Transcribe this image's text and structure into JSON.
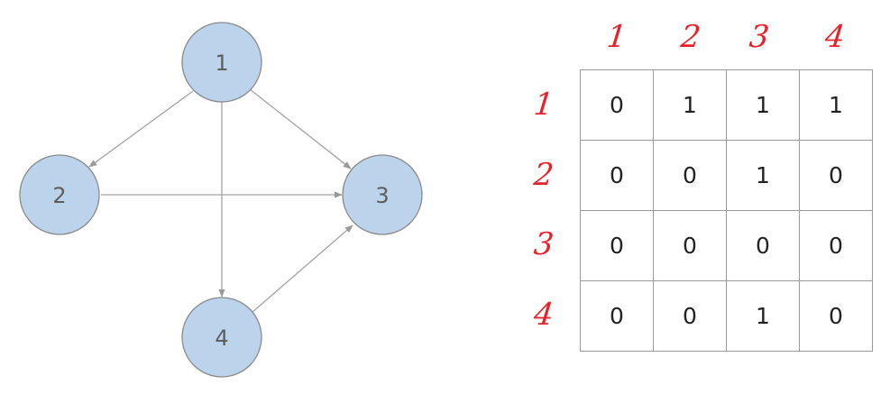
{
  "graph": {
    "nodes": [
      {
        "id": "1",
        "label": "1"
      },
      {
        "id": "2",
        "label": "2"
      },
      {
        "id": "3",
        "label": "3"
      },
      {
        "id": "4",
        "label": "4"
      }
    ],
    "edges": [
      {
        "from": "1",
        "to": "2"
      },
      {
        "from": "1",
        "to": "3"
      },
      {
        "from": "1",
        "to": "4"
      },
      {
        "from": "2",
        "to": "3"
      },
      {
        "from": "4",
        "to": "3"
      }
    ],
    "colors": {
      "node_fill": "#bcd3ec",
      "edge": "#a3a3a3"
    }
  },
  "matrix": {
    "column_headers": [
      "1",
      "2",
      "3",
      "4"
    ],
    "row_headers": [
      "1",
      "2",
      "3",
      "4"
    ],
    "rows": [
      [
        "0",
        "1",
        "1",
        "1"
      ],
      [
        "0",
        "0",
        "1",
        "0"
      ],
      [
        "0",
        "0",
        "0",
        "0"
      ],
      [
        "0",
        "0",
        "1",
        "0"
      ]
    ],
    "header_color": "#e8222a"
  }
}
